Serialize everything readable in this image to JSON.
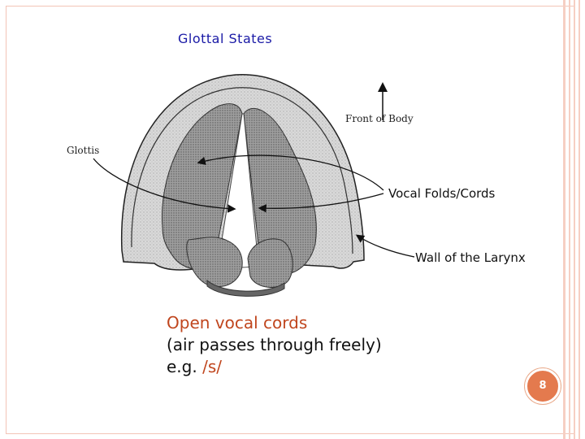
{
  "slide": {
    "title": "Glottal States",
    "page_number": "8",
    "accent_color": "#e47a4e",
    "title_color": "#1a1aa6",
    "highlight_color": "#c0461e"
  },
  "diagram": {
    "labels": {
      "front_of_body": "Front of Body",
      "glottis": "Glottis",
      "vocal_folds": "Vocal Folds/Cords",
      "wall_of_larynx": "Wall of the Larynx"
    }
  },
  "caption": {
    "heading": "Open vocal cords",
    "line2": "(air passes through freely)",
    "line3_prefix": "e.g. ",
    "line3_example": "/s/"
  }
}
